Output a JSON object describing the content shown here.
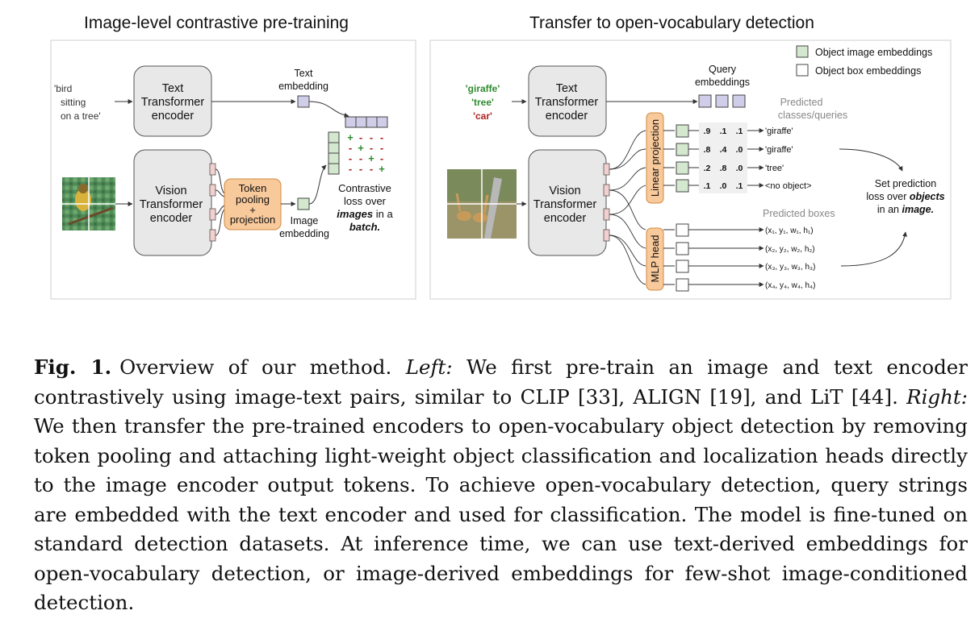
{
  "left_panel": {
    "title": "Image-level contrastive pre-training",
    "input_text": [
      "'bird",
      "sitting",
      "on a tree'"
    ],
    "text_encoder": [
      "Text",
      "Transformer",
      "encoder"
    ],
    "vision_encoder": [
      "Vision",
      "Transformer",
      "encoder"
    ],
    "text_embedding_label": [
      "Text",
      "embedding"
    ],
    "token_pooling": [
      "Token",
      "pooling",
      "+",
      "projection"
    ],
    "image_embedding_label": [
      "Image",
      "embedding"
    ],
    "matrix_signs": [
      [
        "+",
        "-",
        "-",
        "-"
      ],
      [
        "-",
        "+",
        "-",
        "-"
      ],
      [
        "-",
        "-",
        "+",
        "-"
      ],
      [
        "-",
        "-",
        "-",
        "+"
      ]
    ],
    "loss_label_1": "Contrastive",
    "loss_label_2": "loss over",
    "loss_label_3a": "images",
    "loss_label_3b": " in a",
    "loss_label_4": "batch."
  },
  "right_panel": {
    "title": "Transfer to open-vocabulary detection",
    "queries": [
      "'giraffe'",
      "'tree'",
      "'car'"
    ],
    "text_encoder": [
      "Text",
      "Transformer",
      "encoder"
    ],
    "vision_encoder": [
      "Vision",
      "Transformer",
      "encoder"
    ],
    "query_embeddings_label": [
      "Query",
      "embeddings"
    ],
    "legend": [
      "Object image embeddings",
      "Object box embeddings"
    ],
    "predicted_classes_label": [
      "Predicted",
      "classes/queries"
    ],
    "linear_projection_label": "Linear projection",
    "mlp_head_label": "MLP head",
    "scores": [
      [
        ".9",
        ".1",
        ".1"
      ],
      [
        ".8",
        ".4",
        ".0"
      ],
      [
        ".2",
        ".8",
        ".0"
      ],
      [
        ".1",
        ".0",
        ".1"
      ]
    ],
    "class_outputs": [
      "'giraffe'",
      "'giraffe'",
      "'tree'",
      "<no object>"
    ],
    "predicted_boxes_label": "Predicted boxes",
    "box_outputs": [
      "(x₁, y₁, w₁, h₁)",
      "(x₂, y₂, w₂, h₂)",
      "(x₃, y₃, w₃, h₃)",
      "(x₄, y₄, w₄, h₄)"
    ],
    "loss_label_1": "Set prediction",
    "loss_label_2a": "loss over ",
    "loss_label_2b": "objects",
    "loss_label_3a": "in an ",
    "loss_label_3b": "image."
  },
  "caption": {
    "fig_label": "Fig. 1.",
    "text_1": "Overview of our method. ",
    "left_label": "Left:",
    "text_2": " We first pre-train an image and text encoder contrastively using image-text pairs, similar to CLIP [33], ALIGN [19], and LiT [44]. ",
    "right_label": "Right:",
    "text_3": " We then transfer the pre-trained encoders to open-vocabulary object detection by removing token pooling and attaching light-weight object classification and localization heads directly to the image encoder output tokens. To achieve open-vocabulary detection, query strings are embedded with the text encoder and used for classification. The model is fine-tuned on standard detection datasets. At inference time, we can use text-derived embeddings for open-vocabulary detection, or image-derived embeddings for few-shot image-conditioned detection."
  },
  "colors": {
    "encoder_fill": "#e8e8e8",
    "token_fill": "#f2d0cf",
    "pooling_fill": "#f8c99b",
    "pooling_stroke": "#d08a40",
    "text_emb_fill": "#cfcde8",
    "image_emb_fill": "#d3e8cf",
    "plus_color": "#2f8a2f",
    "minus_color": "#b02020",
    "giraffe_color": "#2f8a2f",
    "tree_color": "#2f8a2f",
    "car_color": "#b02020"
  }
}
